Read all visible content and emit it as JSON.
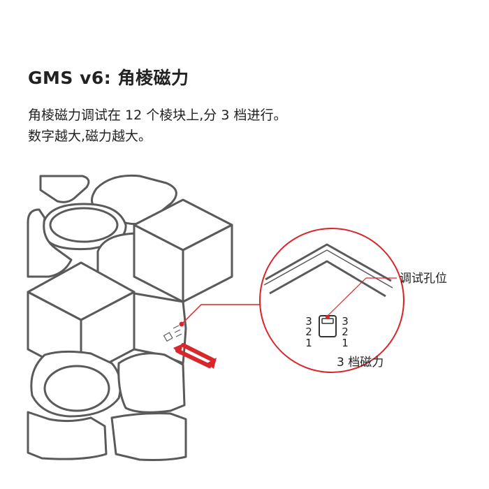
{
  "title": "GMS v6: 角棱磁力",
  "description": {
    "line1": "角棱磁力调试在 12 个棱块上,分 3 档进行。",
    "line2": "数字越大,磁力越大。"
  },
  "illustration": {
    "callout_hole": "调试孔位",
    "callout_levels": "3 档磁力",
    "scale_left": [
      "3",
      "2",
      "1"
    ],
    "scale_right": [
      "3",
      "2",
      "1"
    ],
    "colors": {
      "accent": "#d9262c",
      "outline": "#555555"
    }
  }
}
